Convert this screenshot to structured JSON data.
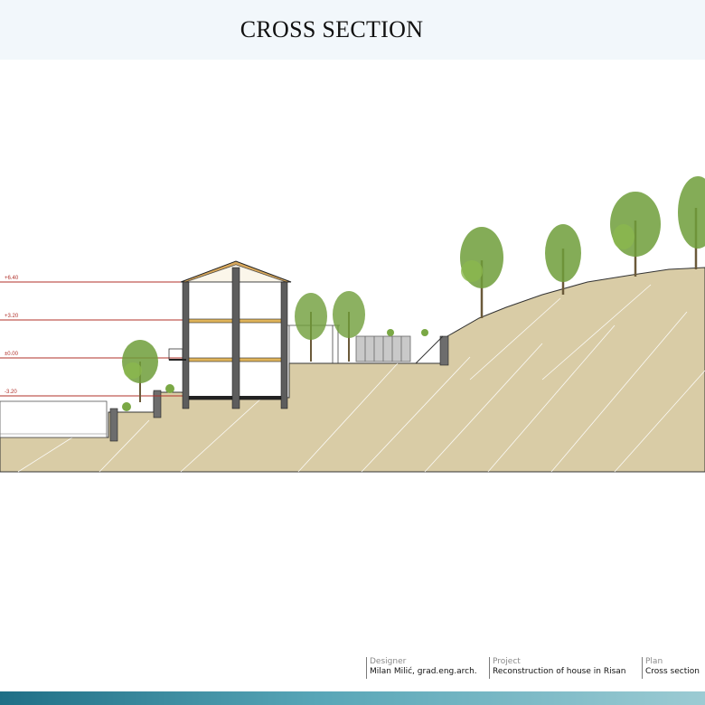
{
  "page": {
    "title": "CROSS SECTION"
  },
  "levels": [
    {
      "label": "+6.40"
    },
    {
      "label": "+3.20"
    },
    {
      "label": "±0.00"
    },
    {
      "label": "-3.20"
    }
  ],
  "title_block": {
    "designer": {
      "label": "Designer",
      "value": "Milan Milić, grad.eng.arch."
    },
    "project": {
      "label": "Project",
      "value": "Reconstruction of house in Risan"
    },
    "plan": {
      "label": "Plan",
      "value": "Cross section"
    }
  },
  "colors": {
    "terrain": "#d9cca6",
    "level_line": "#b0302a",
    "header_bg": "#f2f7fb",
    "bottom_bar": "#3a8aa0",
    "tree_foliage": "#6f9e3a"
  }
}
